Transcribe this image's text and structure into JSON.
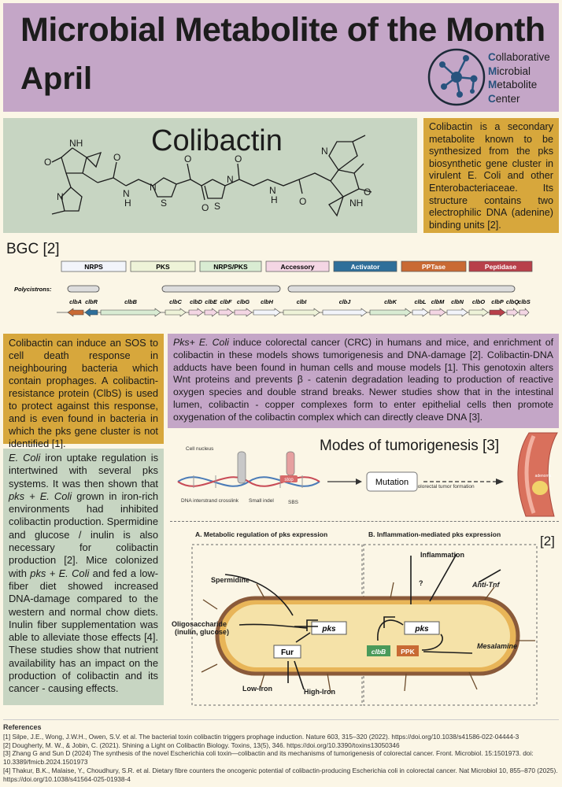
{
  "header": {
    "title": "Microbial Metabolite of the Month",
    "month": "April",
    "logo_lines": [
      {
        "initial": "C",
        "rest": "ollaborative"
      },
      {
        "initial": "M",
        "rest": "icrobial"
      },
      {
        "initial": "M",
        "rest": "etabolite"
      },
      {
        "initial": "C",
        "rest": "enter"
      }
    ]
  },
  "hero": {
    "name": "Colibactin",
    "atoms": {
      "nh": "NH",
      "n": "N",
      "o": "O",
      "s": "S",
      "h": "H"
    }
  },
  "intro": "Colibactin is a secondary metabolite known to be synthesized from the pks biosynthetic gene cluster in virulent E. Coli and other Enterobacteriaceae. Its structure contains two electrophilic DNA (adenine) binding units [2].",
  "bgc": {
    "title": "BGC [2]",
    "legend": [
      {
        "label": "NRPS",
        "color": "#f2f4fa"
      },
      {
        "label": "PKS",
        "color": "#eef3d8"
      },
      {
        "label": "NRPS/PKS",
        "color": "#d9ecd3"
      },
      {
        "label": "Accessory",
        "color": "#f4d6e4"
      },
      {
        "label": "Activator",
        "color": "#2f6f9a"
      },
      {
        "label": "PPTase",
        "color": "#c96a34"
      },
      {
        "label": "Peptidase",
        "color": "#b8404a"
      }
    ],
    "polycistrons_label": "Polycistrons:",
    "genes": [
      "clbA",
      "clbR",
      "clbB",
      "clbC",
      "clbD",
      "clbE",
      "clbF",
      "clbG",
      "clbH",
      "clbI",
      "clbJ",
      "clbK",
      "clbL",
      "clbM",
      "clbN",
      "clbO",
      "clbP",
      "clbQ",
      "clbS"
    ]
  },
  "sos": "Colibactin can induce an SOS to cell death response in neighbouring bacteria which contain prophages. A colibactin-resistance protein (ClbS) is used to protect against this response, and is even found in bacteria in which the pks gene cluster is not identified [1].",
  "crc": {
    "lead": "Pks+ E. Coli",
    "text": " induce colorectal cancer (CRC) in humans and mice, and enrichment of colibactin in these models shows tumorigenesis and DNA-damage [2]. Colibactin-DNA adducts have been found in human cells and mouse models [1]. This genotoxin alters Wnt proteins and prevents β - catenin degradation leading to production of reactive oxygen species and double strand breaks. Newer studies show that in the intestinal lumen, colibactin - copper complexes form to enter epithelial cells then promote oxygenation of the colibactin complex which can directly cleave DNA [3]."
  },
  "iron": {
    "lead": "E. Coli",
    "p1": " iron uptake regulation is intertwined with several pks systems. It was then shown that ",
    "lead2": "pks + E. Coli",
    "p2": " grown in iron-rich environments had inhibited colibactin production. Spermidine and glucose / inulin is also necessary for colibactin production [2]. Mice colonized with ",
    "lead3": "pks + E. Coli",
    "p3": " and fed a low-fiber diet showed increased DNA-damage compared to the western and normal chow diets. Inulin fiber supplementation was able to alleviate those effects [4]. These studies show that nutrient availability has an impact on the production of colibactin and its cancer - causing effects."
  },
  "tumor": {
    "title": "Modes of tumorigenesis [3]",
    "cell_nucleus": "Cell nucleus",
    "crosslink": "DNA interstrand crosslink",
    "indel": "Small indel",
    "sbs": "SBS",
    "stop": "stop",
    "mutation": "Mutation",
    "formation": "Colorectal tumor formation",
    "polyp": "adenoma"
  },
  "figure": {
    "ref": "[2]",
    "a_title": "A. Metabolic regulation of pks expression",
    "b_title": "B. Inflammation-mediated pks expression",
    "spermidine": "Spermidine",
    "oligo1": "Oligosaccharide",
    "oligo2": "(inulin, glucose)",
    "pks": "pks",
    "fur": "Fur",
    "low_iron": "Low-Iron",
    "high_iron": "High-Iron",
    "inflammation": "Inflammation",
    "question": "?",
    "anti_tnf": "Anti-Tnf",
    "clbb": "clbB",
    "ppk": "PPK",
    "mesalamine": "Mesalamine"
  },
  "references": {
    "heading": "References",
    "items": [
      "[1] Silpe, J.E., Wong, J.W.H., Owen, S.V. et al. The bacterial toxin colibactin triggers prophage induction. Nature 603, 315–320 (2022). https://doi.org/10.1038/s41586-022-04444-3",
      "[2] Dougherty, M. W., & Jobin, C. (2021). Shining a Light on Colibactin Biology. Toxins, 13(5), 346. https://doi.org/10.3390/toxins13050346",
      "[3] Zhang G and Sun D (2024) The synthesis of the novel Escherichia coli toxin—colibactin and its mechanisms of tumorigenesis of colorectal cancer. Front. Microbiol. 15:1501973. doi: 10.3389/fmicb.2024.1501973",
      "[4] Thakur, B.K., Malaise, Y., Choudhury, S.R. et al. Dietary fibre counters the oncogenic potential of colibactin-producing Escherichia coli in colorectal cancer. Nat Microbiol 10, 855–870 (2025). https://doi.org/10.1038/s41564-025-01938-4"
    ]
  }
}
